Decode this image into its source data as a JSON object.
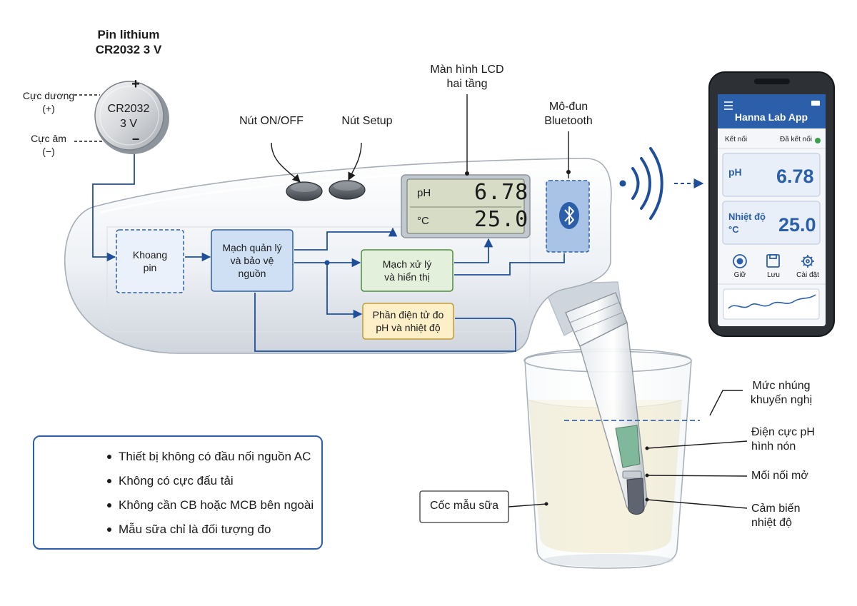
{
  "battery": {
    "title_line1": "Pin lithium",
    "title_line2": "CR2032 3 V",
    "plus_symbol": "+",
    "minus_symbol": "−",
    "model": "CR2032",
    "voltage": "3 V",
    "positive_line1": "Cực dương",
    "positive_line2": "(+)",
    "negative_line1": "Cực âm",
    "negative_line2": "(−)"
  },
  "buttons": {
    "on_off": "Nút ON/OFF",
    "setup": "Nút Setup"
  },
  "lcd": {
    "label_line1": "Màn hình LCD",
    "label_line2": "hai tầng",
    "ph_unit": "pH",
    "ph_value": "6.78",
    "temp_unit": "°C",
    "temp_value": "25.0"
  },
  "bluetooth": {
    "label_line1": "Mô-đun",
    "label_line2": "Bluetooth"
  },
  "blocks": {
    "battery_bay_line1": "Khoang",
    "battery_bay_line2": "pin",
    "power_line1": "Mạch quản lý",
    "power_line2": "và bảo vệ",
    "power_line3": "nguồn",
    "processing_line1": "Mạch xử lý",
    "processing_line2": "và hiển thị",
    "sensor_line1": "Phần điện tử đo",
    "sensor_line2": "pH và nhiệt độ"
  },
  "phone": {
    "app_title": "Hanna Lab App",
    "connection_label": "Kết nối",
    "connection_status": "Đã kết nối",
    "ph_label": "pH",
    "ph_value": "6.78",
    "temp_label_line1": "Nhiệt độ",
    "temp_label_line2": "°C",
    "temp_value": "25.0",
    "action_hold": "Giữ",
    "action_save": "Lưu",
    "action_settings": "Cài đặt"
  },
  "cup": {
    "cup_label": "Cốc mẫu sữa",
    "immersion_line1": "Mức nhúng",
    "immersion_line2": "khuyến nghị",
    "electrode_line1": "Điện cực pH",
    "electrode_line2": "hình nón",
    "junction": "Mối nối mở",
    "temp_sensor_line1": "Cảm biến",
    "temp_sensor_line2": "nhiệt độ"
  },
  "notes": [
    "Thiết bị không có đầu nối nguồn AC",
    "Không có cực đấu tải",
    "Không cần CB hoặc MCB bên ngoài",
    "Mẫu sữa chỉ là đối tượng đo"
  ],
  "colors": {
    "accent_blue": "#2b5faa",
    "wire_blue": "#1f4f9a",
    "power_block": "#cfe0f5",
    "processing_block": "#e3f0dc",
    "sensor_block": "#fdf0c8",
    "lcd_background": "#d6dcc6",
    "status_green": "#3aa04a",
    "milk": "#f4efd8"
  },
  "icons": {
    "warning": "warning-triangle-icon",
    "bluetooth": "bluetooth-icon",
    "wireless": "wireless-signal-icon",
    "menu": "menu-icon",
    "hold": "hold-icon",
    "save": "save-icon",
    "settings": "gear-icon",
    "trend": "trend-chart"
  }
}
